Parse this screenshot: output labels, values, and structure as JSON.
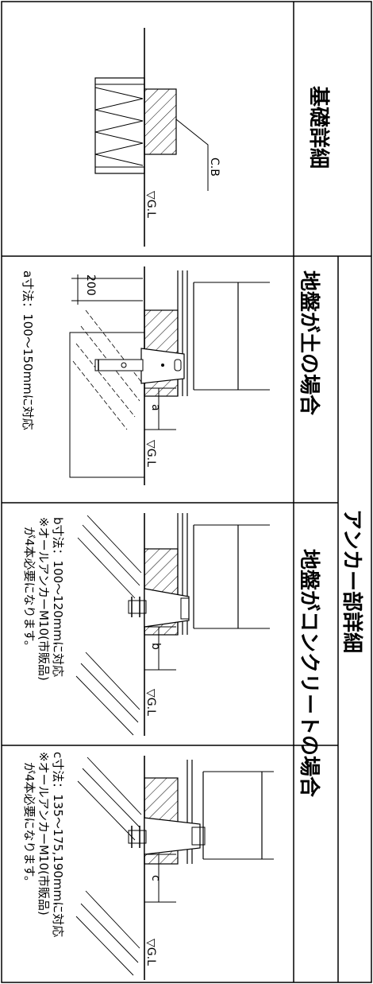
{
  "headers": {
    "kiso": "基礎詳細",
    "anchor": "アンカー部詳細",
    "soil": "地盤が土の場合",
    "concrete": "地盤がコンクリートの場合"
  },
  "labels": {
    "cb": "C.B",
    "gl": "▽G.L",
    "dim200": "200",
    "a": "a",
    "b": "b",
    "c": "c"
  },
  "notes": {
    "soil": "a寸法：100～150mmに対応",
    "conc1_line1": "b寸法：100～120mmに対応",
    "conc1_line2": "※オールアンカーM10(市販品)",
    "conc1_line3": "が4本必要になります。",
    "conc2_line1": "c寸法：135～175,190mmに対応",
    "conc2_line2": "※オールアンカーM10(市販品)",
    "conc2_line3": "が4本必要になります。"
  }
}
